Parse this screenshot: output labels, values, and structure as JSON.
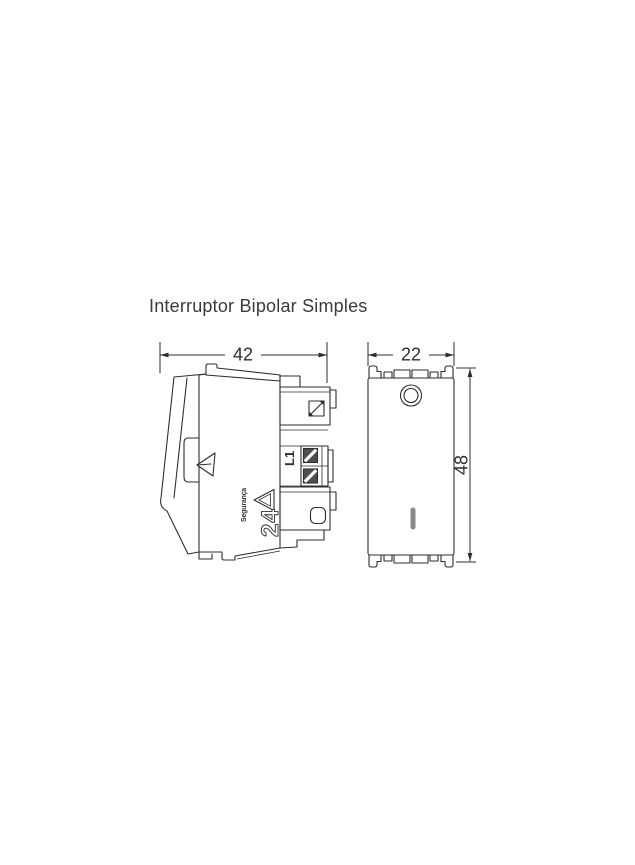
{
  "title": "Interruptor Bipolar Simples",
  "colors": {
    "background": "#ffffff",
    "line": "#2e2e2e",
    "title_text": "#3b3b3b",
    "slot_fill": "#8a8a8a",
    "tab_fill": "#cfcfcf"
  },
  "side_view": {
    "name": "side view of switch",
    "width_mm": "42",
    "terminal_label": "L1",
    "safety_text": "Segurança",
    "safety_number": "24"
  },
  "front_view": {
    "name": "front view of switch",
    "width_mm": "22",
    "height_mm": "48"
  }
}
